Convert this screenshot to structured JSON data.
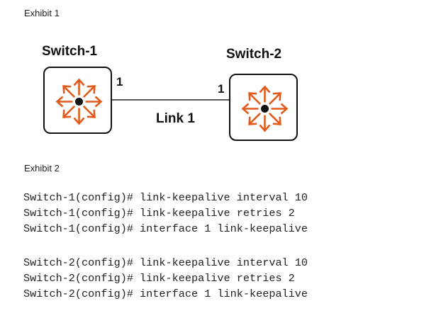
{
  "exhibit1": {
    "label": "Exhibit 1"
  },
  "exhibit2": {
    "label": "Exhibit 2"
  },
  "diagram": {
    "switch1": {
      "name": "Switch-1",
      "port": "1"
    },
    "switch2": {
      "name": "Switch-2",
      "port": "1"
    },
    "link": {
      "name": "Link 1"
    },
    "icon_color": "#e25a1c"
  },
  "config": {
    "switch1_lines": [
      "Switch-1(config)# link-keepalive interval 10",
      "Switch-1(config)# link-keepalive retries 2",
      "Switch-1(config)# interface 1 link-keepalive"
    ],
    "switch2_lines": [
      "Switch-2(config)# link-keepalive interval 10",
      "Switch-2(config)# link-keepalive retries 2",
      "Switch-2(config)# interface 1 link-keepalive"
    ]
  }
}
